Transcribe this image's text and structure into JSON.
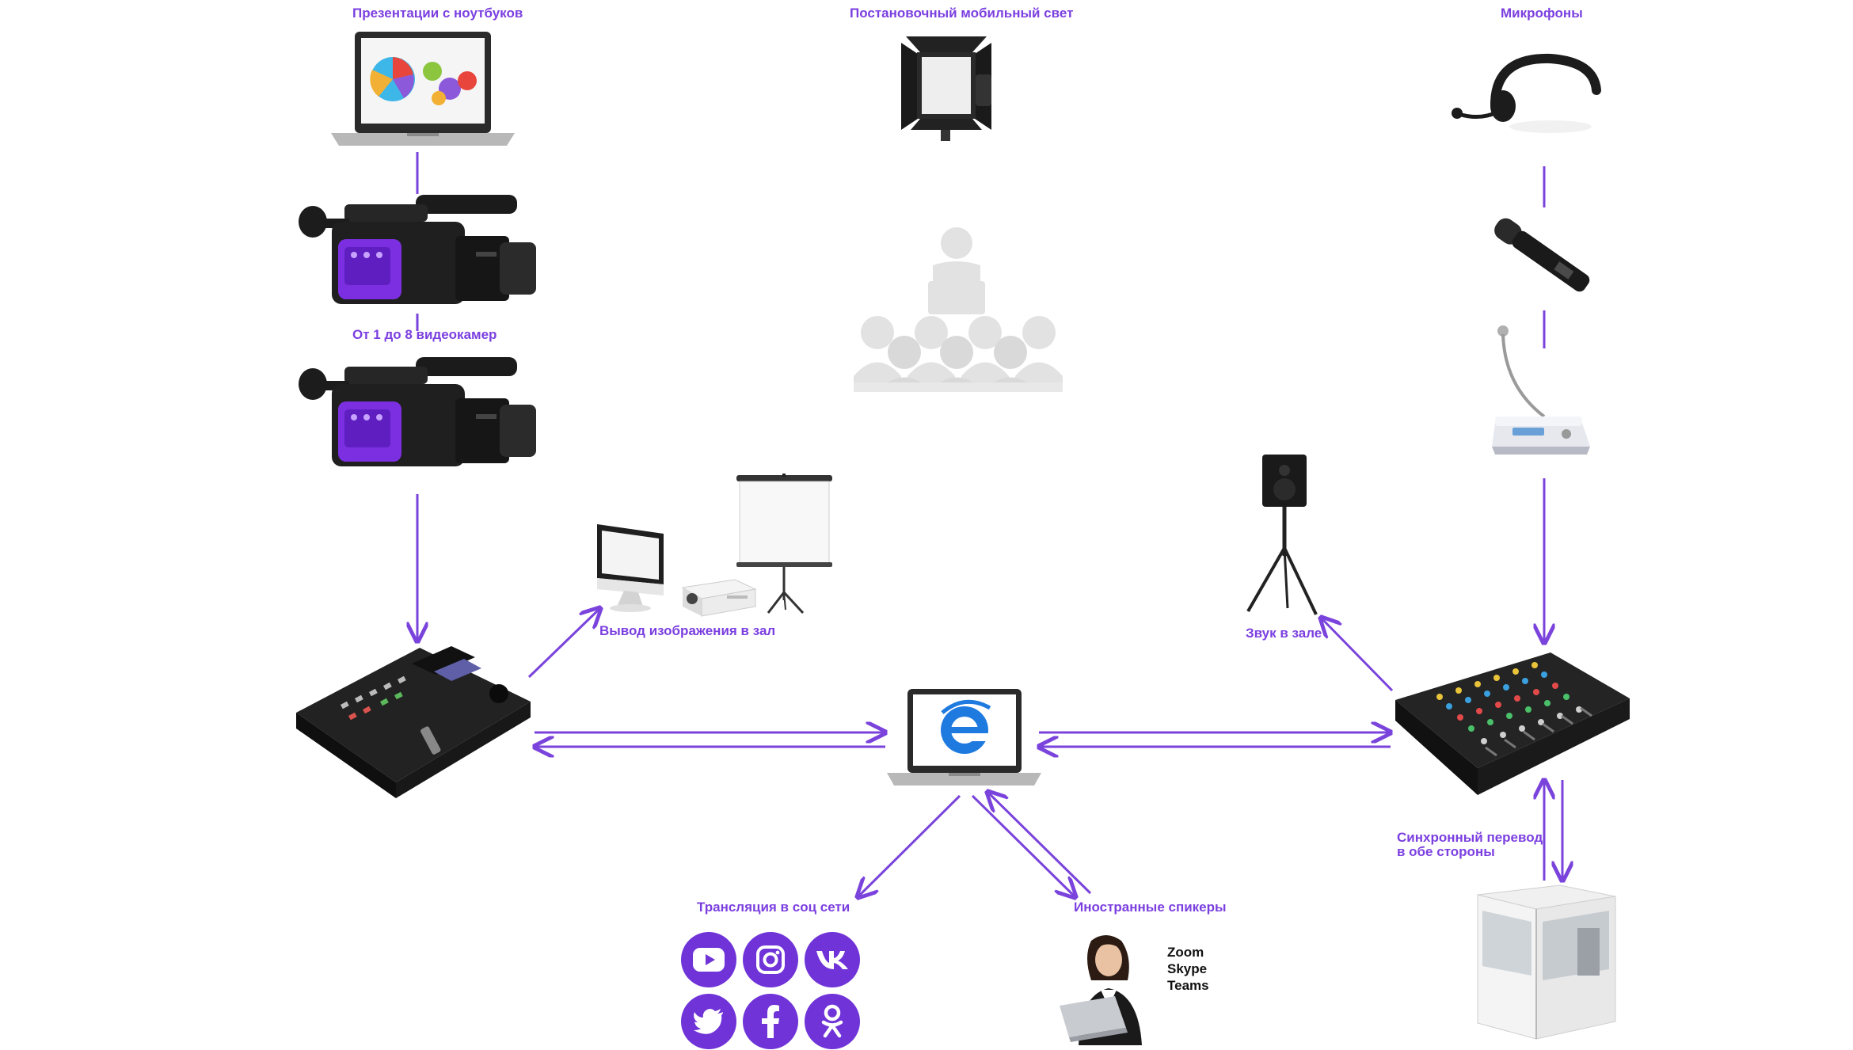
{
  "labels": {
    "laptops": "Презентации с ноутбуков",
    "light": "Постановочный мобильный свет",
    "mics": "Микрофоны",
    "cameras": "От 1 до 8 видеокамер",
    "display_out": "Вывод изображения в зал",
    "hall_sound": "Звук в зале",
    "translation_line1": "Синхронный перевод",
    "translation_line2": "в обе стороны",
    "social": "Трансляция в соц сети",
    "foreign": "Иностранные спикеры"
  },
  "remote_apps": [
    "Zoom",
    "Skype",
    "Teams"
  ],
  "social_networks": [
    {
      "name": "YouTube",
      "icon": "youtube-icon"
    },
    {
      "name": "Instagram",
      "icon": "instagram-icon"
    },
    {
      "name": "VK",
      "icon": "vk-icon"
    },
    {
      "name": "Twitter",
      "icon": "twitter-icon"
    },
    {
      "name": "Facebook",
      "icon": "facebook-icon"
    },
    {
      "name": "Odnoklassniki",
      "icon": "odnoklassniki-icon"
    }
  ],
  "colors": {
    "accent": "#7b3fe0",
    "line": "#7a43dc",
    "audience_gray": "#e2e2e2"
  }
}
